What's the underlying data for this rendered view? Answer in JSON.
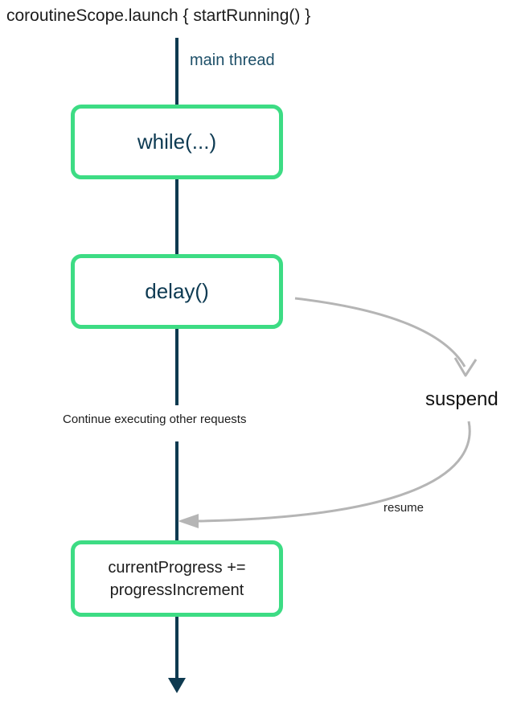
{
  "title": "coroutineScope.launch { startRunning() }",
  "thread": {
    "label": "main thread"
  },
  "nodes": [
    {
      "id": "while-loop",
      "label": "while(...)"
    },
    {
      "id": "delay-call",
      "label": "delay()"
    },
    {
      "id": "progress-update",
      "label_line1": "currentProgress +=",
      "label_line2": "progressIncrement"
    }
  ],
  "annotations": {
    "continue_text": "Continue executing other requests",
    "suspend_label": "suspend",
    "resume_label": "resume"
  },
  "colors": {
    "green": "#3ddc84",
    "teal": "#0e3a50",
    "teal_text": "#0d3a52",
    "teal_label": "#1d4f68",
    "gray": "#b5b5b5",
    "ink": "#1c1c1c"
  }
}
